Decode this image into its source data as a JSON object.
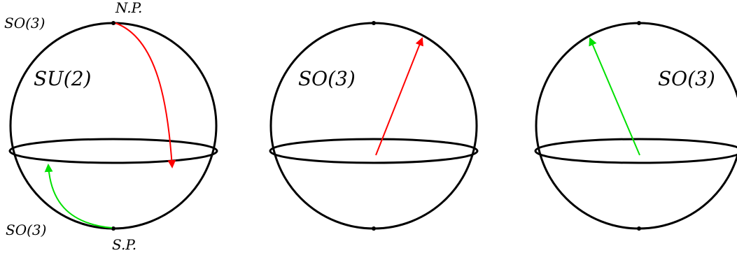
{
  "colors": {
    "outline": "#000000",
    "red_arrow": "#ff0000",
    "green_arrow": "#00e000",
    "background": "#ffffff"
  },
  "sphere1": {
    "label_main": "SU(2)",
    "label_top_left": "SO(3)",
    "label_bottom_left": "SO(3)",
    "north_pole_label": "N.P.",
    "south_pole_label": "S.P."
  },
  "sphere2": {
    "label": "SO(3)"
  },
  "sphere3": {
    "label": "SO(3)"
  }
}
